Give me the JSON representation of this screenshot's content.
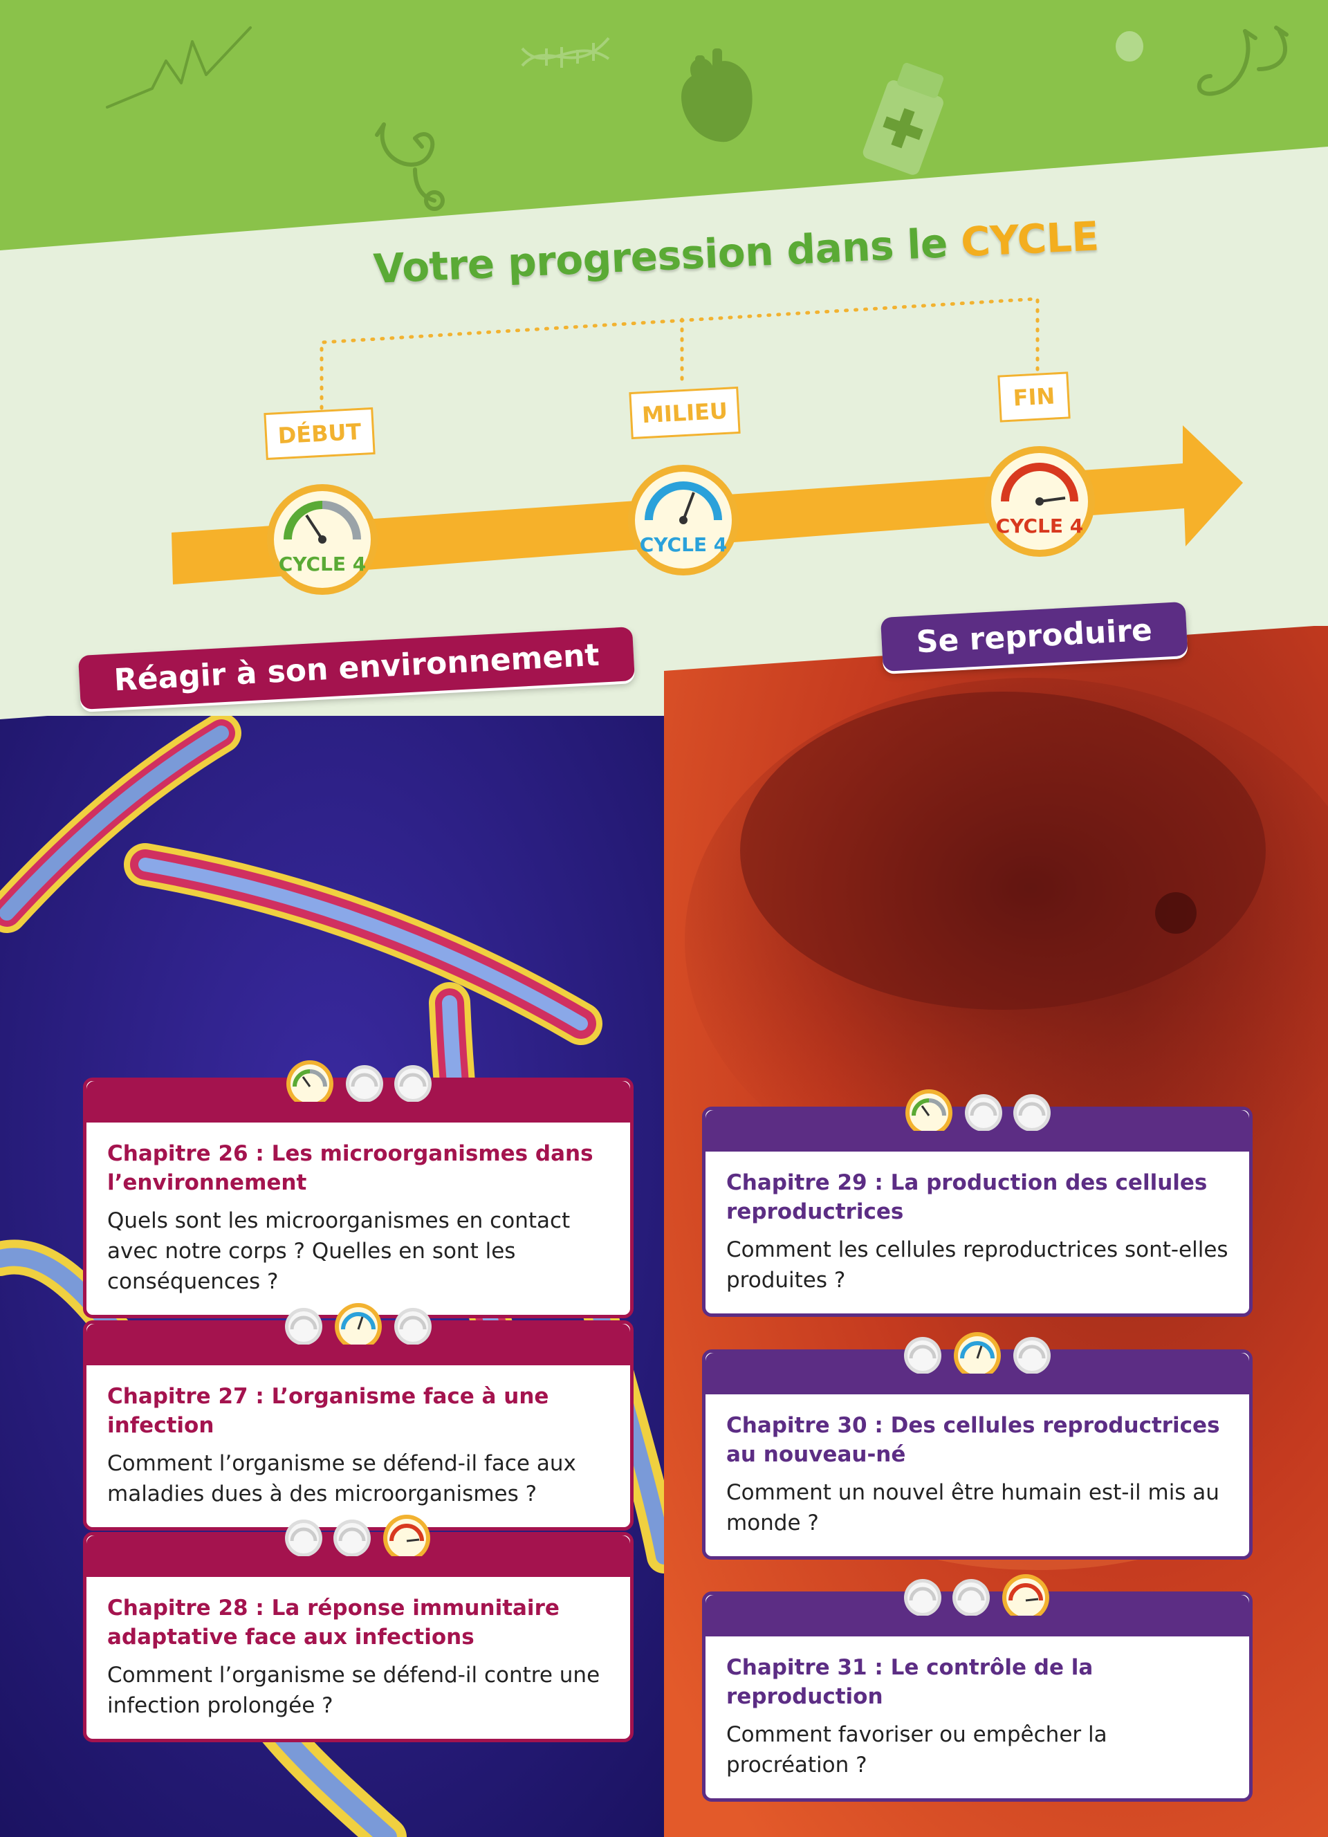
{
  "progression": {
    "title_main": "Votre progression dans le ",
    "title_highlight": "CYCLE",
    "stages": [
      {
        "label": "DÉBUT",
        "gauge_text": "CYCLE 4"
      },
      {
        "label": "MILIEU",
        "gauge_text": "CYCLE 4"
      },
      {
        "label": "FIN",
        "gauge_text": "CYCLE 4"
      }
    ]
  },
  "banner": {
    "icons": [
      "heartbeat-icon",
      "dna-icon",
      "heart-icon",
      "stethoscope-icon",
      "medicine-bottle-icon",
      "pill-icon"
    ]
  },
  "colors": {
    "banner_green": "#8ac24a",
    "arrow_orange": "#f6b12a",
    "stage_start": "#5aaa35",
    "stage_middle": "#2aa1da",
    "stage_end": "#d8391f",
    "left_theme": "#a4134e",
    "right_theme": "#5c2d84"
  },
  "sections": {
    "left": {
      "title": "Réagir à son environnement",
      "chapters": [
        {
          "stage": "debut",
          "title": "Chapitre 26 : Les microorganismes dans l’environnement",
          "question": "Quels sont les microorganismes en contact avec notre corps ? Quelles en sont les conséquences ?"
        },
        {
          "stage": "milieu",
          "title": "Chapitre 27 : L’organisme face à une infection",
          "question": "Comment l’organisme se défend-il face aux maladies dues à des microorganismes ?"
        },
        {
          "stage": "fin",
          "title": "Chapitre 28 : La réponse immunitaire adaptative face aux infections",
          "question": "Comment l’organisme se défend-il contre une infection prolongée ?"
        }
      ]
    },
    "right": {
      "title": "Se reproduire",
      "chapters": [
        {
          "stage": "debut",
          "title": "Chapitre 29 : La production des cellules reproductrices",
          "question": "Comment les cellules reproductrices sont-elles produites ?"
        },
        {
          "stage": "milieu",
          "title": "Chapitre 30 : Des cellules reproductrices au nouveau-né",
          "question": "Comment un nouvel être humain est-il mis au monde ?"
        },
        {
          "stage": "fin",
          "title": "Chapitre 31 : Le contrôle de la reproduction",
          "question": "Comment favoriser ou empêcher la procréation ?"
        }
      ]
    }
  }
}
